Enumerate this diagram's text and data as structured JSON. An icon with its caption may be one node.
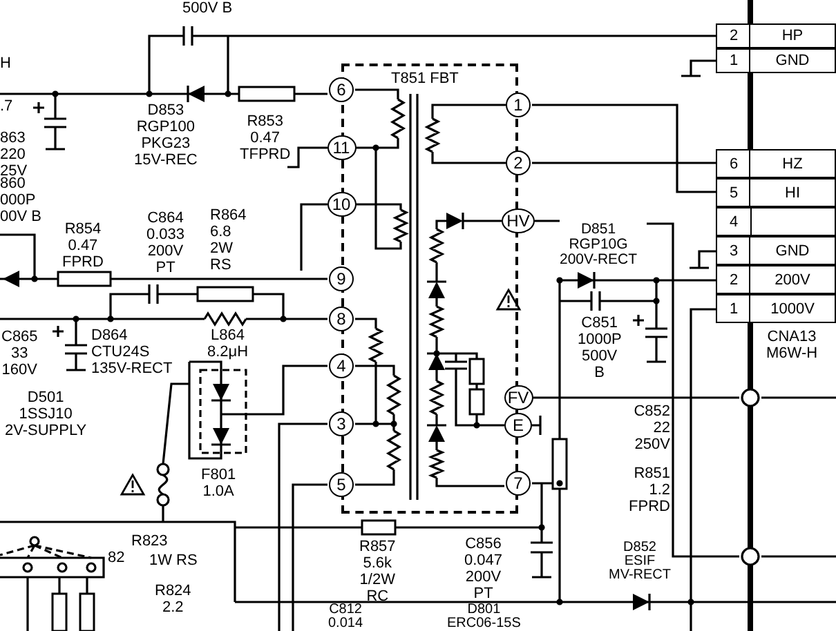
{
  "diagram": {
    "nodes": [
      {
        "text": [
          "T851 FBT"
        ]
      },
      {
        "text": [
          "6"
        ],
        "in": 0
      },
      {
        "text": [
          "11"
        ],
        "in": 0
      },
      {
        "text": [
          "10"
        ],
        "in": 0
      },
      {
        "text": [
          "9"
        ],
        "in": 0
      },
      {
        "text": [
          "8"
        ],
        "in": 0
      },
      {
        "text": [
          "4"
        ],
        "in": 0
      },
      {
        "text": [
          "3"
        ],
        "in": 0
      },
      {
        "text": [
          "5"
        ],
        "in": 0
      },
      {
        "text": [
          "1"
        ],
        "in": 0
      },
      {
        "text": [
          "2"
        ],
        "in": 0
      },
      {
        "text": [
          "HV"
        ],
        "in": 0
      },
      {
        "text": [
          "FV"
        ],
        "in": 0
      },
      {
        "text": [
          "E"
        ],
        "in": 0
      },
      {
        "text": [
          "7"
        ],
        "in": 0
      }
    ],
    "labels": [
      "500V B",
      "H",
      ".7",
      "863 220 25V",
      "D853 RGP100 PKG23 15V-REC",
      "R853 0.47 TFPRD",
      "860 000P 00V B",
      "R854 0.47 FPRD",
      "C864 0.033 200V PT",
      "R864 6.8 2W RS",
      "C865 33 160V",
      "D864 CTU24S 135V-RECT",
      "L864 8.2μH",
      "D501 1SSJ10 2V-SUPPLY",
      "F801 1.0A",
      "R823",
      "82",
      "1W RS",
      "R824 2.2",
      "R857 5.6k 1/2W RC",
      "C856 0.047 200V PT",
      "C812 0.014",
      "D801 ERC06-15S",
      "D851 RGP10G 200V-RECT",
      "C851 1000P 500V B",
      "C852 22 250V",
      "R851 1.2 FPRD",
      "D852 ESIF MV-RECT",
      "CNA13 M6W-H",
      "2",
      "HP",
      "1",
      "GND",
      "6",
      "HZ",
      "5",
      "HI",
      "4",
      "3",
      "GND",
      "2",
      "200V",
      "1",
      "1000V"
    ]
  }
}
